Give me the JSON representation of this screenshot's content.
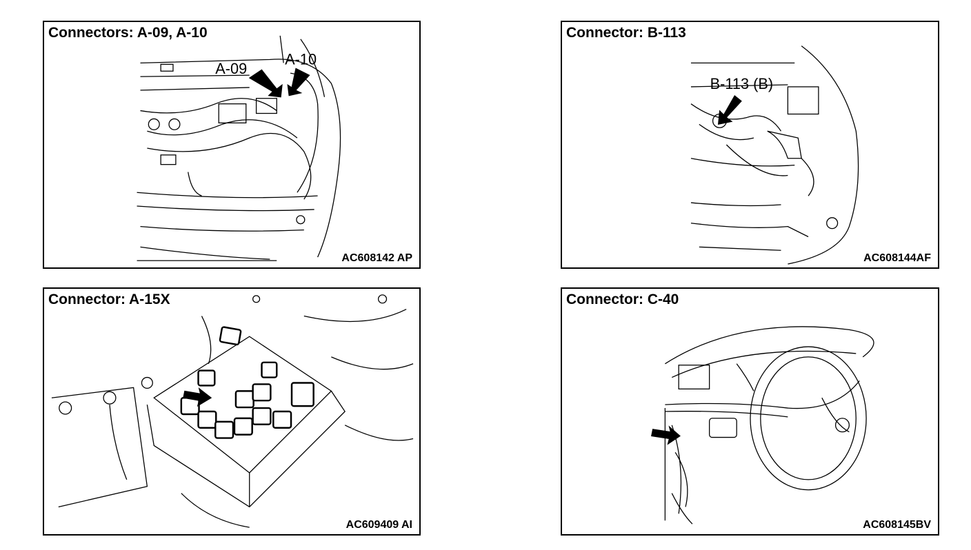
{
  "panels": [
    {
      "title": "Connectors: A-09, A-10",
      "callouts": [
        "A-09",
        "A-10"
      ],
      "code": "AC608142 AP"
    },
    {
      "title": "Connector: B-113",
      "callouts": [
        "B-113 (B)"
      ],
      "code": "AC608144AF"
    },
    {
      "title": "Connector: A-15X",
      "callouts": [],
      "code": "AC609409 AI"
    },
    {
      "title": "Connector: C-40",
      "callouts": [],
      "code": "AC608145BV"
    }
  ]
}
